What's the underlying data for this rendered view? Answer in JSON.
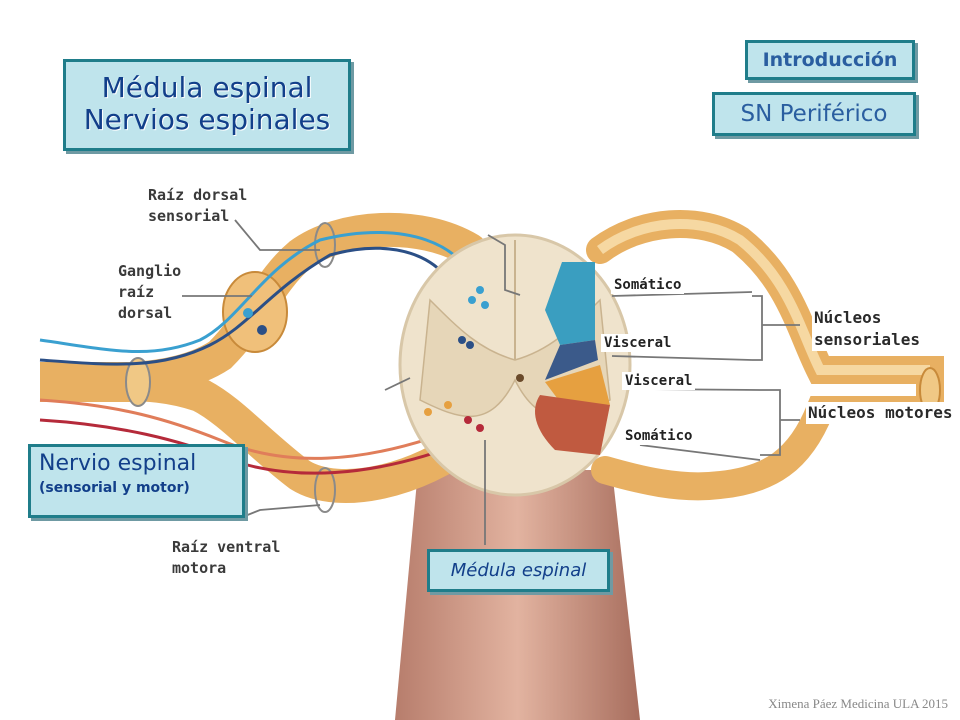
{
  "title": {
    "line1": "Médula espinal",
    "line2": "Nervios espinales"
  },
  "nav": {
    "intro": "Introducción",
    "sn_periferico": "SN Periférico"
  },
  "labels": {
    "raiz_dorsal": "Raíz dorsal\nsensorial",
    "ganglio": "Ganglio\nraíz\ndorsal",
    "raiz_ventral": "Raíz ventral\nmotora",
    "somatico_top": "Somático",
    "visceral_top": "Visceral",
    "visceral_bottom": "Visceral",
    "somatico_bottom": "Somático",
    "nucleos_sensoriales": "Núcleos\nsensoriales",
    "nucleos_motores": "Núcleos\nmotores"
  },
  "nervio_espinal": {
    "main": "Nervio espinal",
    "sub": "(sensorial y motor)"
  },
  "medula_espinal_label": "Médula espinal",
  "credit": "Ximena Páez Medicina ULA 2015",
  "colors": {
    "nerve": "#e9b25f",
    "white_matter": "#efe3cc",
    "gray_outline": "#d8c7a8",
    "somatic_sensory": "#3a9ec0",
    "visceral_sensory": "#3b5a8a",
    "visceral_motor": "#e6a040",
    "somatic_motor": "#c05a40",
    "box_fill": "#bfe4ec",
    "box_border": "#1f7d8a"
  }
}
